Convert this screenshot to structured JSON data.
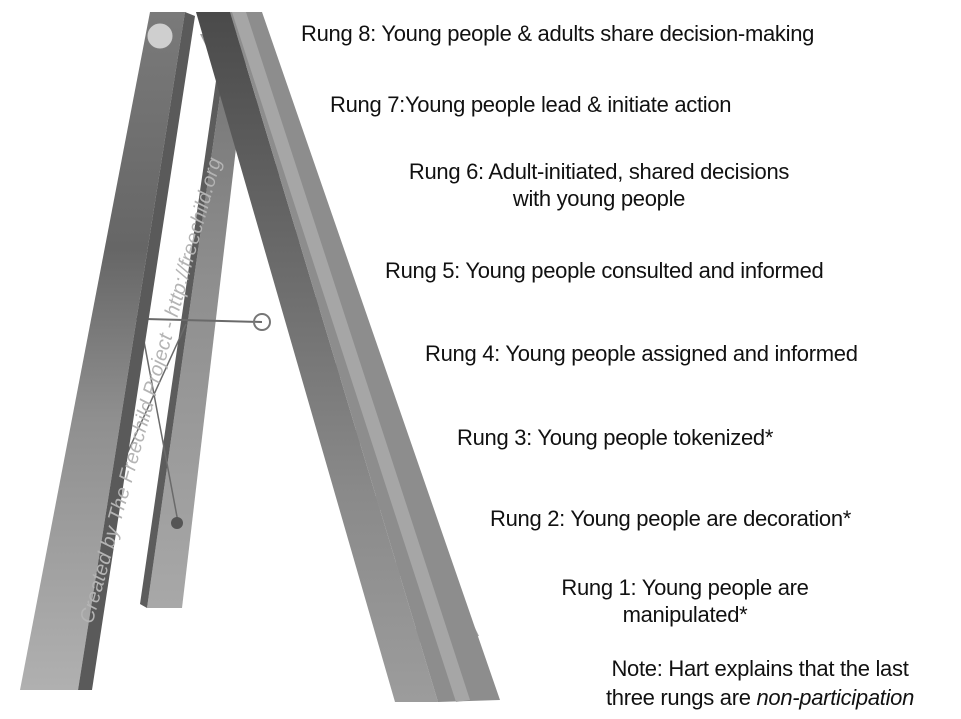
{
  "watermark": "Created by The Freechild Project - http://freechild.org",
  "rungs": [
    {
      "lines": [
        "Rung 8: Young people & adults share decision-making"
      ]
    },
    {
      "lines": [
        "Rung 7:Young people lead & initiate action"
      ]
    },
    {
      "lines": [
        "Rung 6: Adult-initiated, shared decisions",
        "with young people"
      ]
    },
    {
      "lines": [
        "Rung 5: Young people consulted and informed"
      ]
    },
    {
      "lines": [
        "Rung 4: Young people assigned and informed"
      ]
    },
    {
      "lines": [
        "Rung 3: Young people tokenized*"
      ]
    },
    {
      "lines": [
        "Rung 2: Young people are decoration*"
      ]
    },
    {
      "lines": [
        "Rung 1: Young people are",
        "manipulated*"
      ]
    }
  ],
  "note": {
    "line1": "Note: Hart explains that the last",
    "line2_prefix": "three rungs are ",
    "line2_emphasis": "non-participation"
  },
  "colors": {
    "rail_light": "#a9a9a9",
    "rail_mid": "#8c8c8c",
    "rail_dark": "#5e5e5e",
    "rung": "#9a9a9a",
    "text": "#111111",
    "watermark": "#b4b4b4"
  }
}
